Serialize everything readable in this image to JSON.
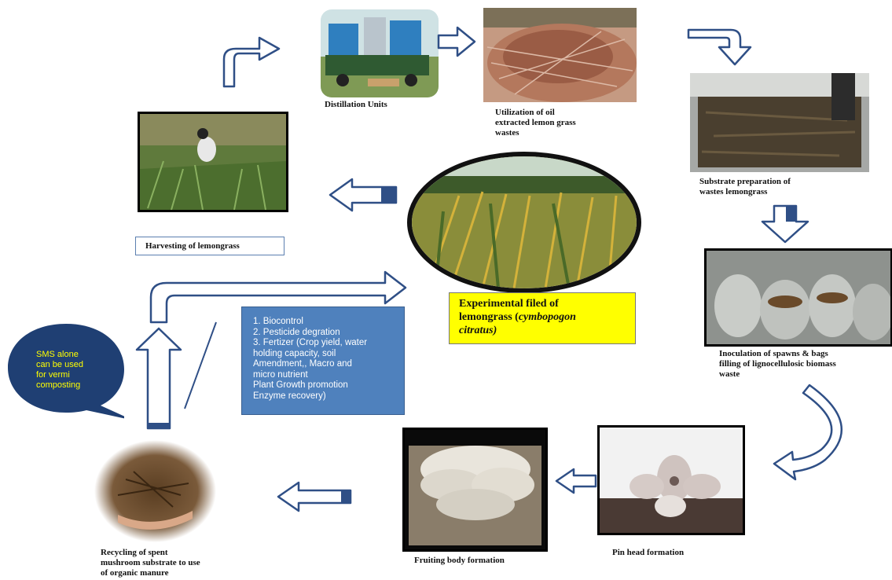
{
  "captions": {
    "distillation": "Distillation Units",
    "utilization": [
      "Utilization of oil",
      "extracted lemon grass",
      "wastes"
    ],
    "substrate": [
      "Substrate preparation of",
      "wastes lemongrass"
    ],
    "inoculation": [
      "Inoculation of spawns & bags",
      "filling of  lignocellulosic biomass",
      "waste"
    ],
    "pinhead": "Pin head formation",
    "fruiting": "Fruiting body formation",
    "recycling": [
      "Recycling of spent",
      "mushroom substrate to use",
      "of organic manure"
    ],
    "harvesting": "Harvesting of lemongrass"
  },
  "center_label": {
    "line1": "Experimental filed of",
    "line2_prefix": "lemongrass (",
    "line2_italic": "cymbopogon",
    "line3_italic": "citratus)"
  },
  "bubble": [
    "SMS alone",
    "can be used",
    "for vermi",
    "composting"
  ],
  "uses_box": [
    "1. Biocontrol",
    "2. Pesticide degration",
    "3. Fertizer (Crop yield, water",
    "holding capacity, soil",
    "Amendment,, Macro and",
    "micro nutrient",
    "Plant Growth promotion",
    "Enzyme recovery)"
  ],
  "colors": {
    "arrow_stroke": "#2f4f86",
    "bubble_fill": "#1f3f73",
    "bubble_text": "#ffff00",
    "box_fill": "#4f81bd",
    "label_fill": "#ffff00"
  }
}
